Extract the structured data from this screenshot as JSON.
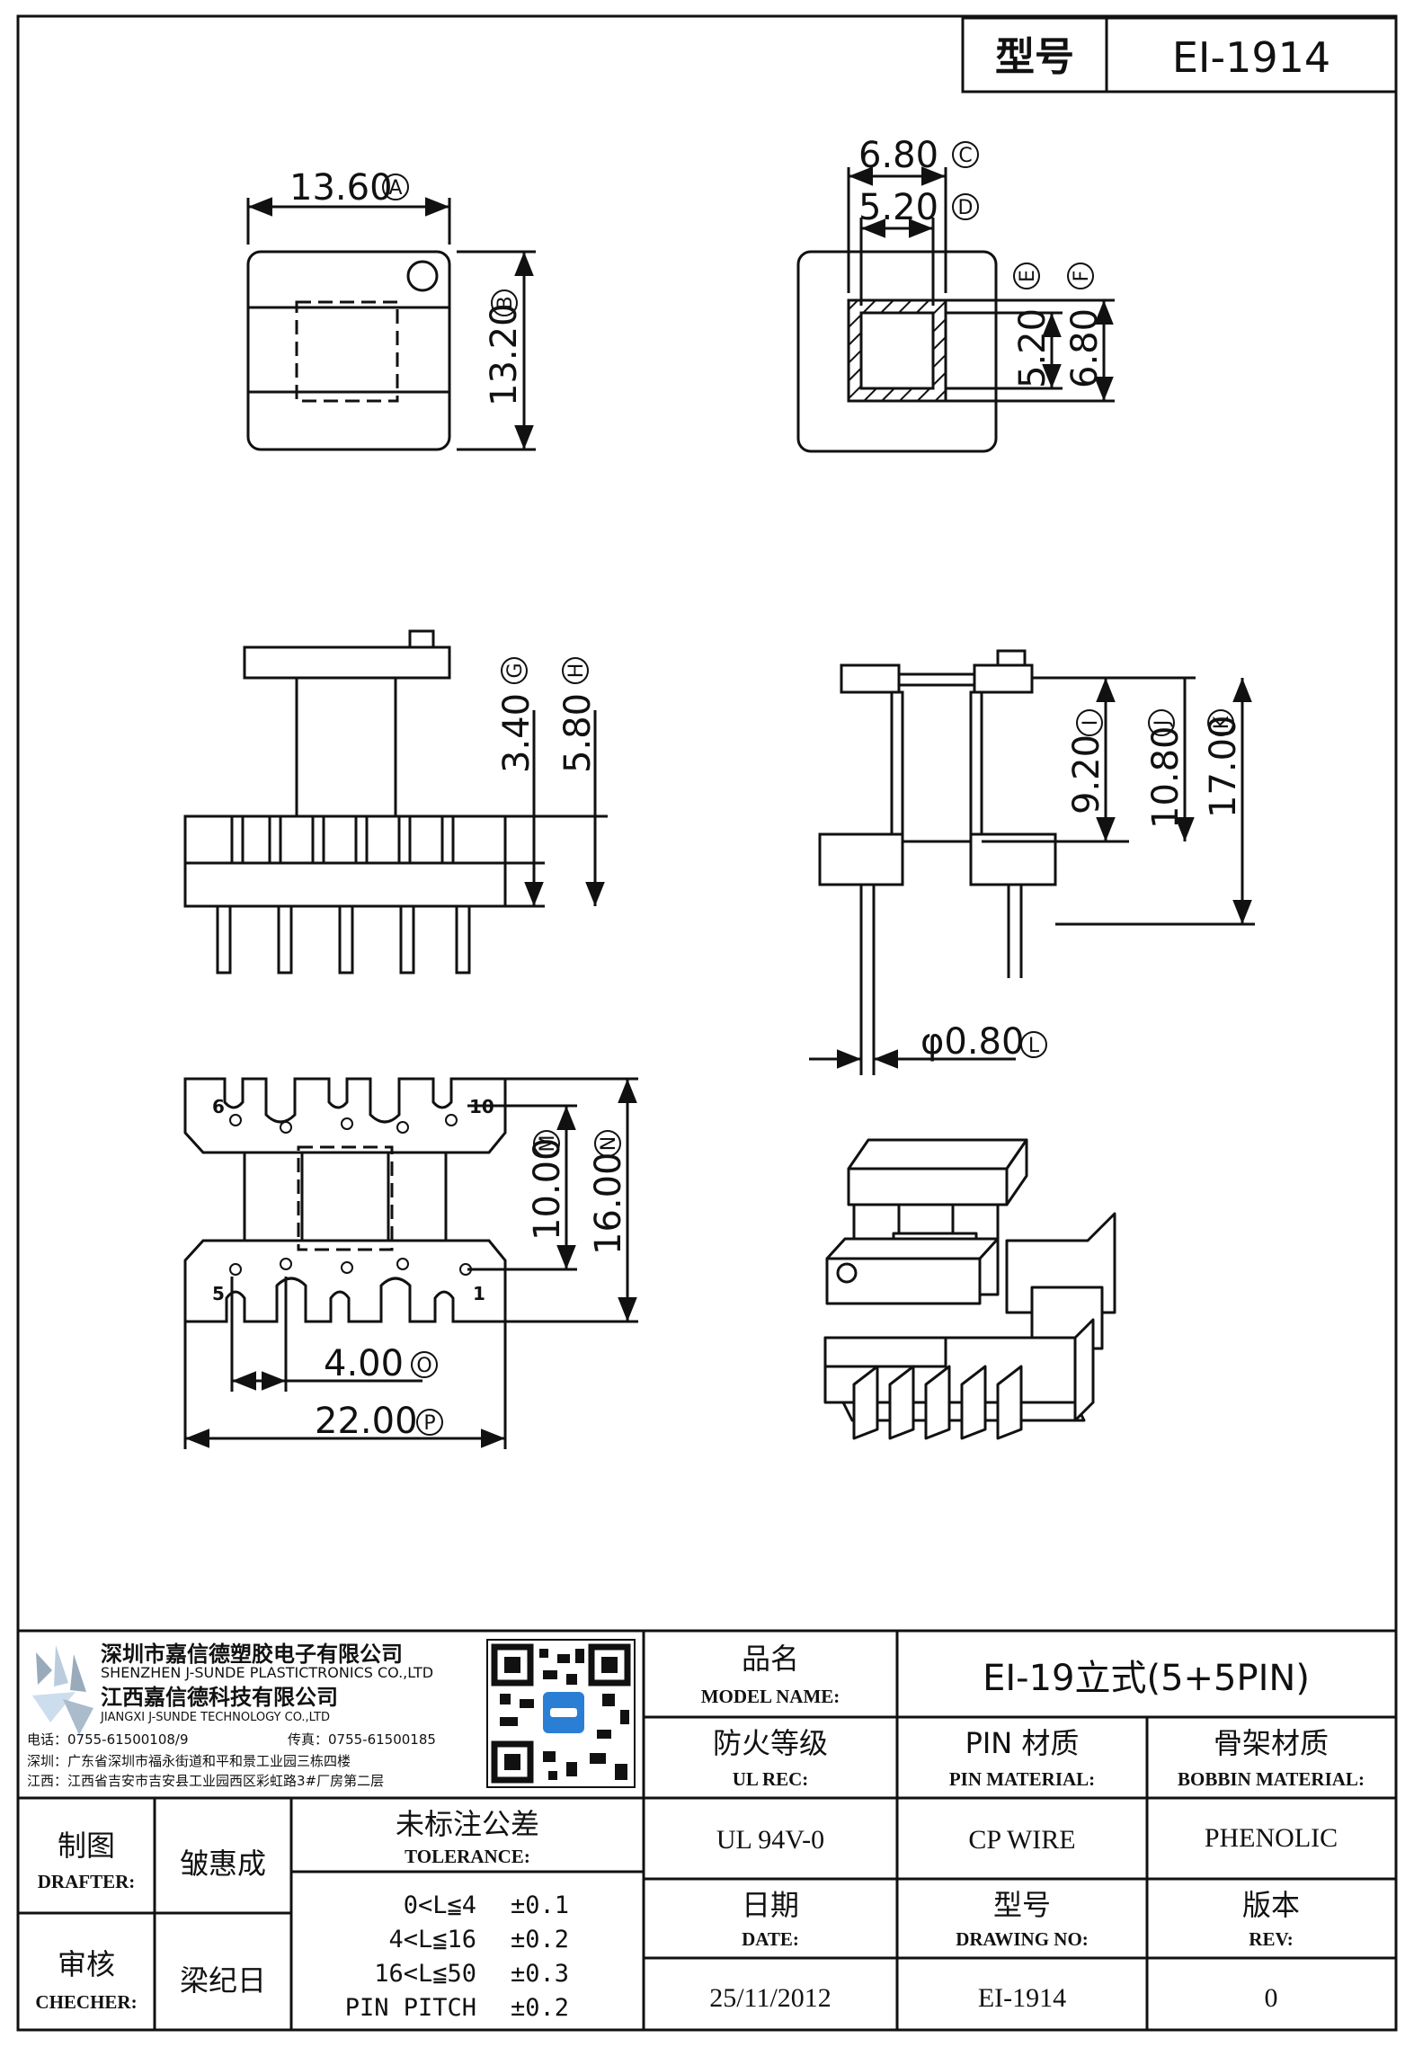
{
  "header": {
    "model_label": "型号",
    "model_value": "EI-1914"
  },
  "dims": {
    "A": {
      "value": "13.60",
      "letter": "A"
    },
    "B": {
      "value": "13.20",
      "letter": "B"
    },
    "C": {
      "value": "6.80",
      "letter": "C"
    },
    "D": {
      "value": "5.20",
      "letter": "D"
    },
    "E": {
      "value": "5.20",
      "letter": "E"
    },
    "F": {
      "value": "6.80",
      "letter": "F"
    },
    "G": {
      "value": "3.40",
      "letter": "G"
    },
    "H": {
      "value": "5.80",
      "letter": "H"
    },
    "I": {
      "value": "9.20",
      "letter": "I"
    },
    "J": {
      "value": "10.80",
      "letter": "J"
    },
    "K": {
      "value": "17.00",
      "letter": "K"
    },
    "L": {
      "value": "φ0.80",
      "letter": "L"
    },
    "M": {
      "value": "10.00",
      "letter": "M"
    },
    "N": {
      "value": "16.00",
      "letter": "N"
    },
    "O": {
      "value": "4.00",
      "letter": "O"
    },
    "P": {
      "value": "22.00",
      "letter": "P"
    }
  },
  "pins": {
    "top_left": "6",
    "top_right": "10",
    "bottom_left": "5",
    "bottom_right": "1"
  },
  "company": {
    "name_sz": "深圳市嘉信德塑胶电子有限公司",
    "name_sz_en": "SHENZHEN J-SUNDE PLASTICTRONICS CO.,LTD",
    "name_jx": "江西嘉信德科技有限公司",
    "name_jx_en": "JIANGXI J-SUNDE TECHNOLOGY CO.,LTD",
    "tel": "电话：0755-61500108/9",
    "fax": "传真：0755-61500185",
    "addr_sz": "深圳：广东省深圳市福永街道和平和景工业园三栋四楼",
    "addr_jx": "江西：江西省吉安市吉安县工业园西区彩虹路3#厂房第二层"
  },
  "title_block": {
    "model_name_cn": "品名",
    "model_name_en": "MODEL NAME:",
    "model_name_value": "EI-19立式(5+5PIN)",
    "ul_cn": "防火等级",
    "ul_en": "UL REC:",
    "ul_value": "UL 94V-0",
    "pin_cn": "PIN 材质",
    "pin_en": "PIN MATERIAL:",
    "pin_value": "CP WIRE",
    "bobbin_cn": "骨架材质",
    "bobbin_en": "BOBBIN MATERIAL:",
    "bobbin_value": "PHENOLIC",
    "date_cn": "日期",
    "date_en": "DATE:",
    "date_value": "25/11/2012",
    "drawing_cn": "型号",
    "drawing_en": "DRAWING NO:",
    "drawing_value": "EI-1914",
    "rev_cn": "版本",
    "rev_en": "REV:",
    "rev_value": "0",
    "drafter_cn": "制图",
    "drafter_en": "DRAFTER:",
    "drafter_name": "皱惠成",
    "checker_cn": "审核",
    "checker_en": "CHECHER:",
    "checker_name": "梁纪日",
    "tolerance_cn": "未标注公差",
    "tolerance_en": "TOLERANCE:",
    "tolerances": [
      {
        "range": "0<L≦4",
        "value": "±0.1"
      },
      {
        "range": "4<L≦16",
        "value": "±0.2"
      },
      {
        "range": "16<L≦50",
        "value": "±0.3"
      },
      {
        "range": "PIN PITCH",
        "value": "±0.2"
      }
    ]
  }
}
